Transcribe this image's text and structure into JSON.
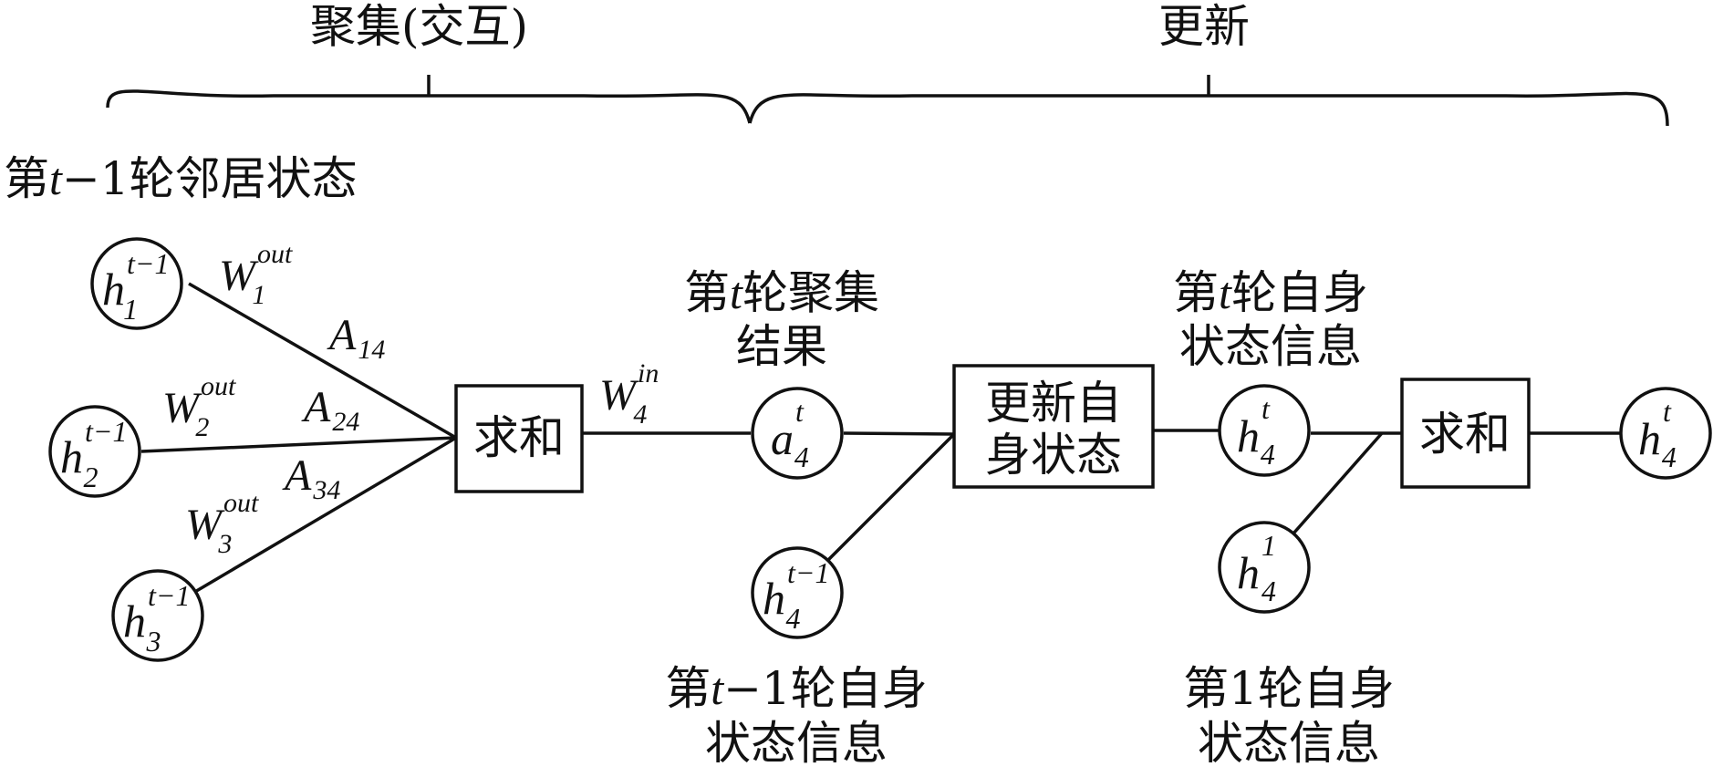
{
  "header": {
    "aggregate_label": "聚集(交互)",
    "update_label": "更新"
  },
  "labels": {
    "neighbor_state": {
      "pre": "第",
      "var": "t",
      "post": "−1轮邻居状态"
    },
    "agg_result": {
      "line1_pre": "第",
      "line1_var": "t",
      "line1_post": "轮聚集",
      "line2": "结果"
    },
    "self_state_t": {
      "line1_pre": "第",
      "line1_var": "t",
      "line1_post": "轮自身",
      "line2": "状态信息"
    },
    "self_state_prev": {
      "line1_pre": "第",
      "line1_var": "t",
      "line1_post": "−1轮自身",
      "line2": "状态信息"
    },
    "self_state_first": {
      "line1": "第1轮自身",
      "line2": "状态信息"
    }
  },
  "boxes": {
    "sum1": "求和",
    "update_line1": "更新自",
    "update_line2": "身状态",
    "sum2": "求和"
  },
  "nodes": {
    "h1": {
      "base": "h",
      "sup": "t−1",
      "sub": "1"
    },
    "h2": {
      "base": "h",
      "sup": "t−1",
      "sub": "2"
    },
    "h3": {
      "base": "h",
      "sup": "t−1",
      "sub": "3"
    },
    "a4": {
      "base": "a",
      "sup": "t",
      "sub": "4"
    },
    "h4_prev": {
      "base": "h",
      "sup": "t−1",
      "sub": "4"
    },
    "h4_t": {
      "base": "h",
      "sup": "t",
      "sub": "4"
    },
    "h4_first": {
      "base": "h",
      "sup": "1",
      "sub": "4"
    },
    "h4_out": {
      "base": "h",
      "sup": "t",
      "sub": "4"
    }
  },
  "edge_labels": {
    "W1": {
      "base": "W",
      "sup": "out",
      "sub": "1"
    },
    "W2": {
      "base": "W",
      "sup": "out",
      "sub": "2"
    },
    "W3": {
      "base": "W",
      "sup": "out",
      "sub": "3"
    },
    "W4": {
      "base": "W",
      "sup": "in",
      "sub": "4"
    },
    "A14": {
      "base": "A",
      "sub": "14"
    },
    "A24": {
      "base": "A",
      "sub": "24"
    },
    "A34": {
      "base": "A",
      "sub": "34"
    }
  }
}
